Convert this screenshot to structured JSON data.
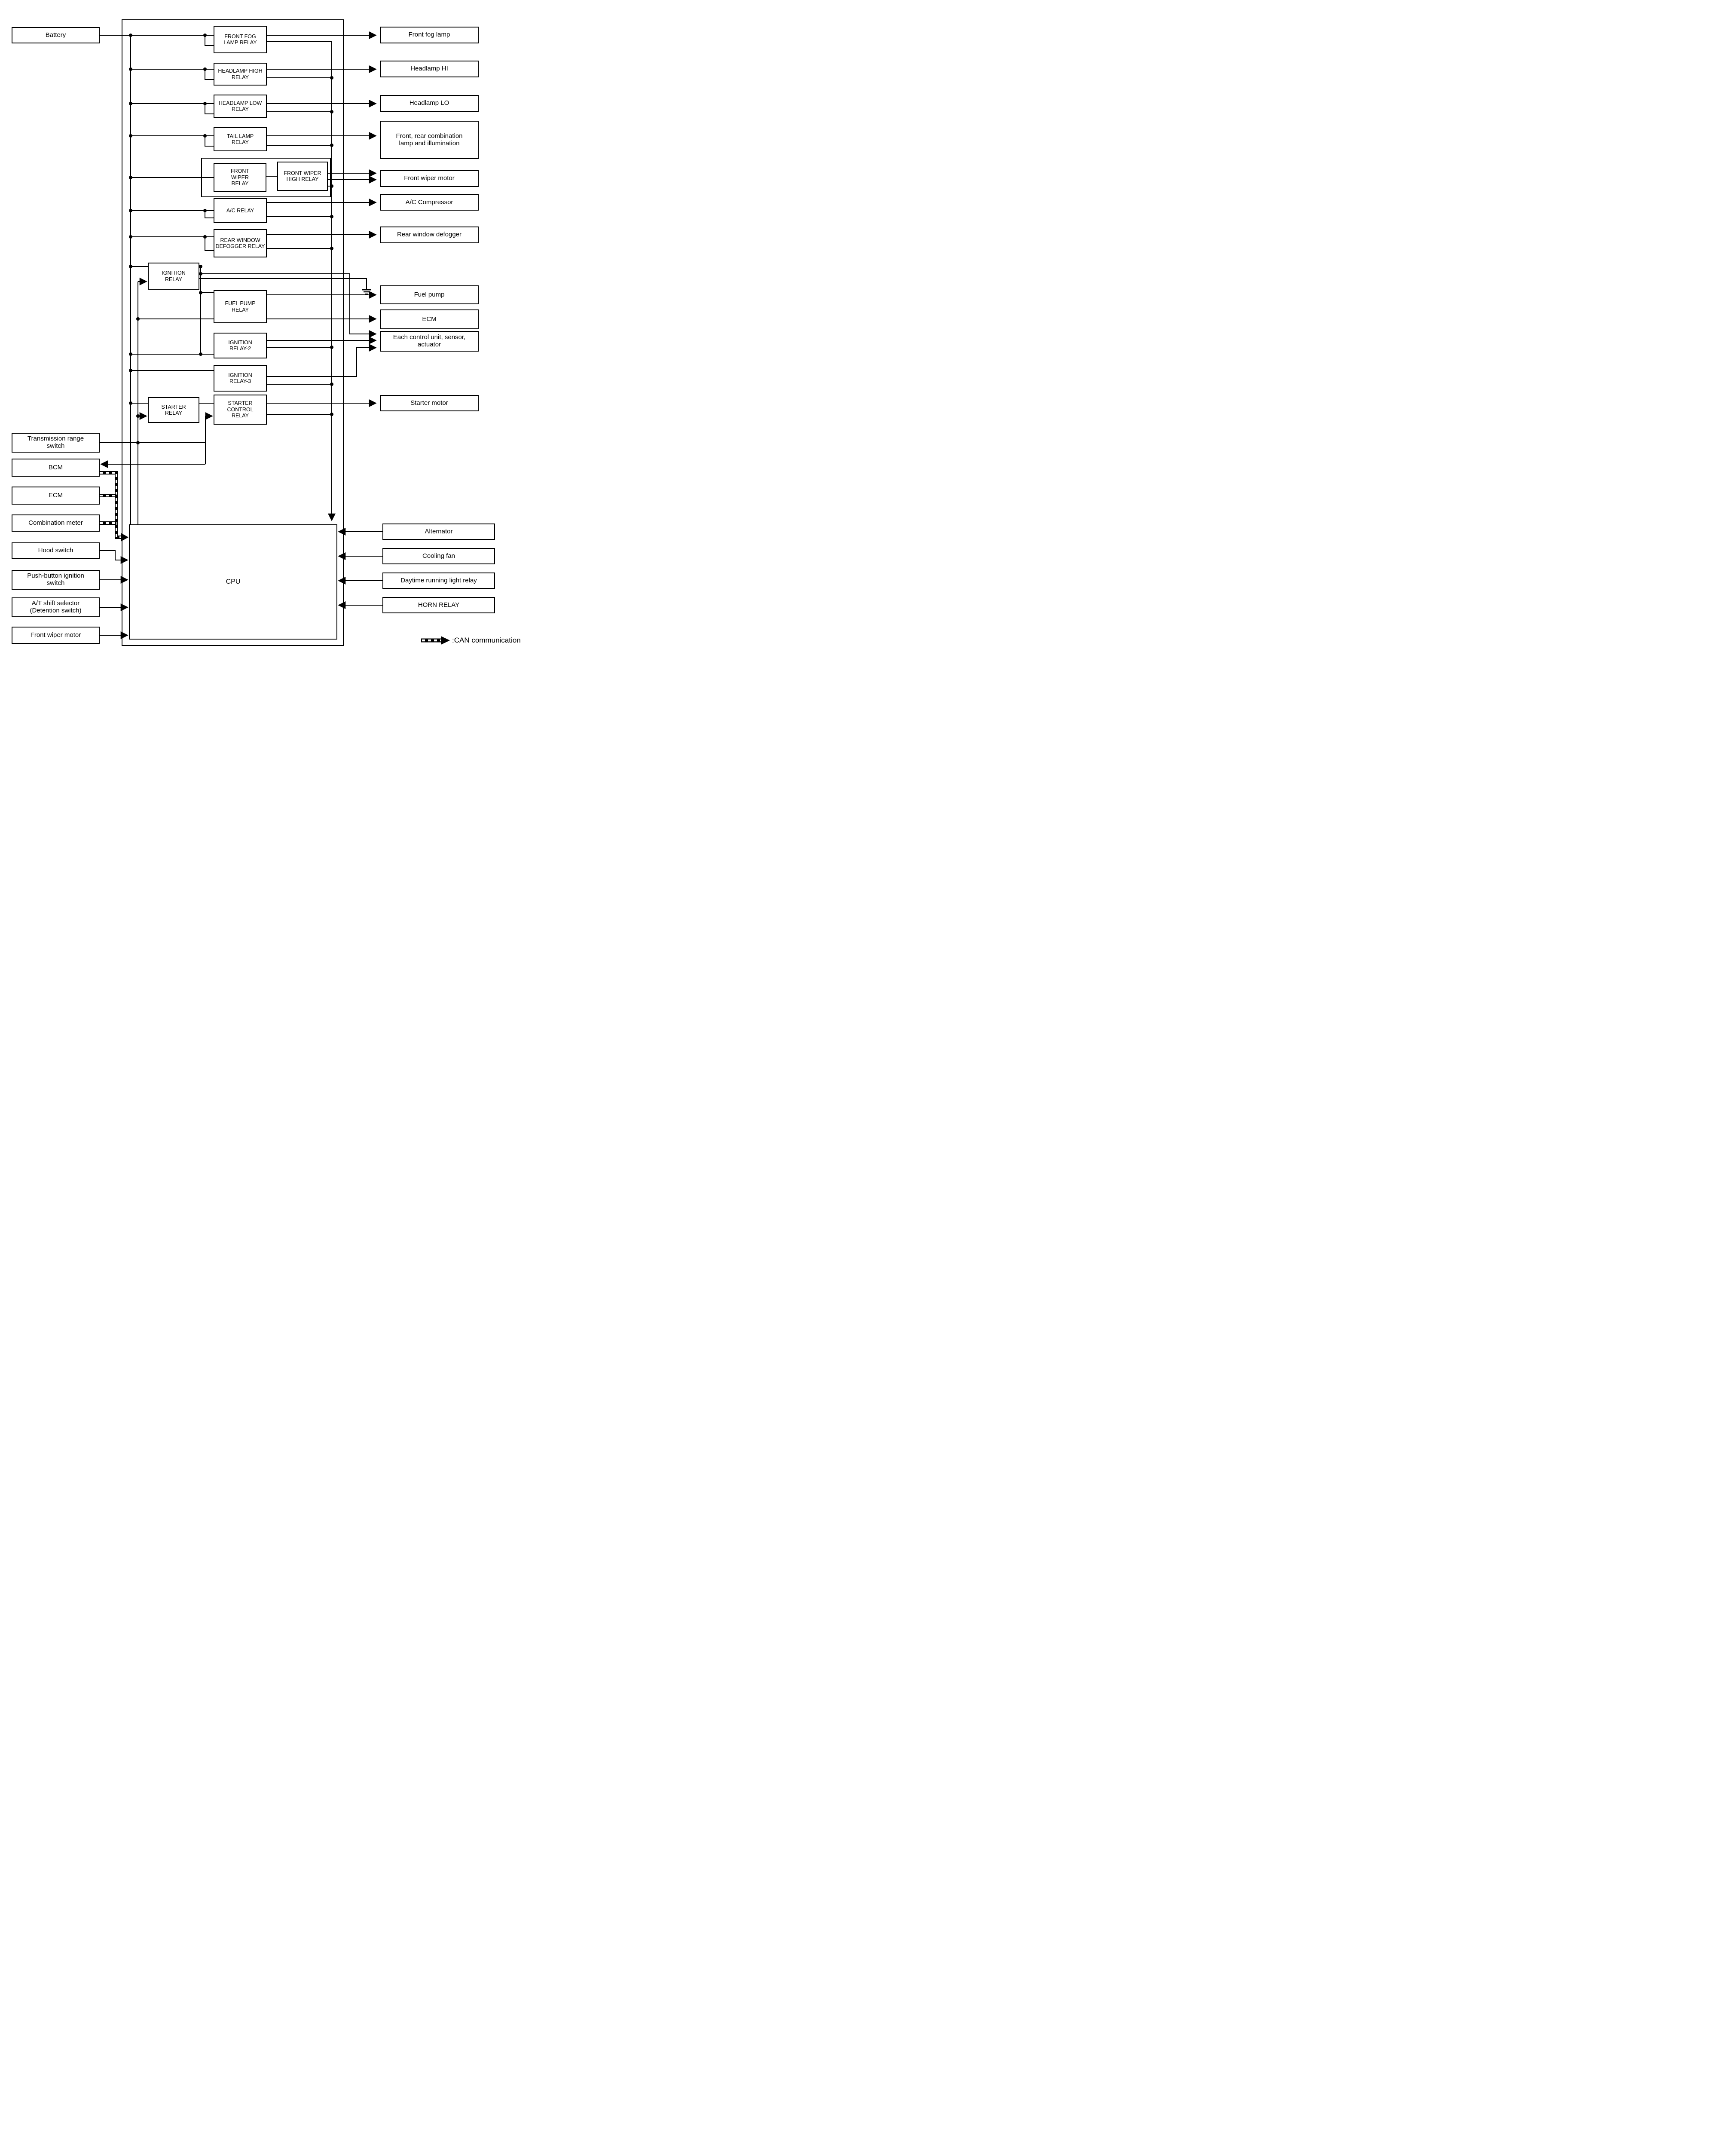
{
  "boxes": {
    "battery": "Battery",
    "transmission_range_switch": "Transmission range switch",
    "bcm": "BCM",
    "ecm_left": "ECM",
    "combination_meter": "Combination meter",
    "hood_switch": "Hood switch",
    "push_button_ignition_switch": "Push-button ignition switch",
    "at_shift_selector": "A/T shift selector (Detention switch)",
    "front_wiper_motor_left": "Front wiper motor",
    "front_fog_lamp_relay": "FRONT FOG LAMP RELAY",
    "headlamp_high_relay": "HEADLAMP HIGH RELAY",
    "headlamp_low_relay": "HEADLAMP LOW RELAY",
    "tail_lamp_relay": "TAIL LAMP RELAY",
    "front_wiper_relay": "FRONT WIPER RELAY",
    "front_wiper_high_relay": "FRONT WIPER HIGH RELAY",
    "ac_relay": "A/C RELAY",
    "rear_window_defogger_relay": "REAR WINDOW DEFOGGER RELAY",
    "ignition_relay": "IGNITION RELAY",
    "fuel_pump_relay": "FUEL PUMP RELAY",
    "ignition_relay_2": "IGNITION RELAY-2",
    "ignition_relay_3": "IGNITION RELAY-3",
    "starter_relay": "STARTER RELAY",
    "starter_control_relay": "STARTER CONTROL RELAY",
    "cpu": "CPU",
    "front_fog_lamp": "Front fog lamp",
    "headlamp_hi": "Headlamp HI",
    "headlamp_lo": "Headlamp LO",
    "front_rear_combination_lamp": "Front, rear combination lamp and illumination",
    "front_wiper_motor_right": "Front wiper motor",
    "ac_compressor": "A/C Compressor",
    "rear_window_defogger": "Rear window defogger",
    "fuel_pump": "Fuel pump",
    "ecm_right": "ECM",
    "each_control_unit": "Each control unit, sensor, actuator",
    "starter_motor": "Starter motor",
    "alternator": "Alternator",
    "cooling_fan": "Cooling fan",
    "daytime_running_light_relay": "Daytime running light relay",
    "horn_relay": "HORN RELAY"
  },
  "legend": {
    "can": ":CAN communication"
  },
  "colors": {
    "line": "#000000",
    "background": "#ffffff"
  }
}
